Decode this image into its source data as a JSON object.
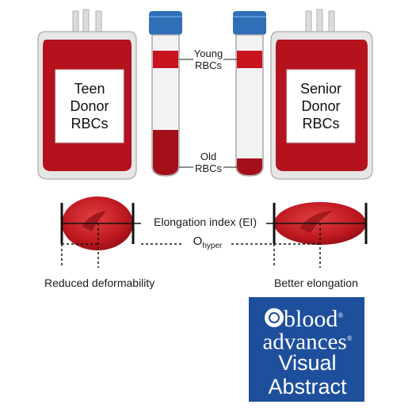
{
  "bags": {
    "left_label": [
      "Teen",
      "Donor",
      "RBCs"
    ],
    "right_label": [
      "Senior",
      "Donor",
      "RBCs"
    ]
  },
  "tubes": {
    "young_label": [
      "Young",
      "RBCs"
    ],
    "old_label": [
      "Old",
      "RBCs"
    ]
  },
  "deformability": {
    "ei_label": "Elongation index (EI)",
    "o_hyper_main": "O",
    "o_hyper_sub": "hyper",
    "left_caption": "Reduced deformability",
    "right_caption": "Better elongation"
  },
  "logo": {
    "line1": "blood",
    "line2": "advances",
    "line3": "Visual",
    "line4": "Abstract",
    "registered_mark": "®"
  },
  "colors": {
    "blood": "#b4121c",
    "blood_dark": "#8e0e16",
    "cap_blue": "#2f6fb8",
    "logo_blue": "#1e4f9c"
  }
}
